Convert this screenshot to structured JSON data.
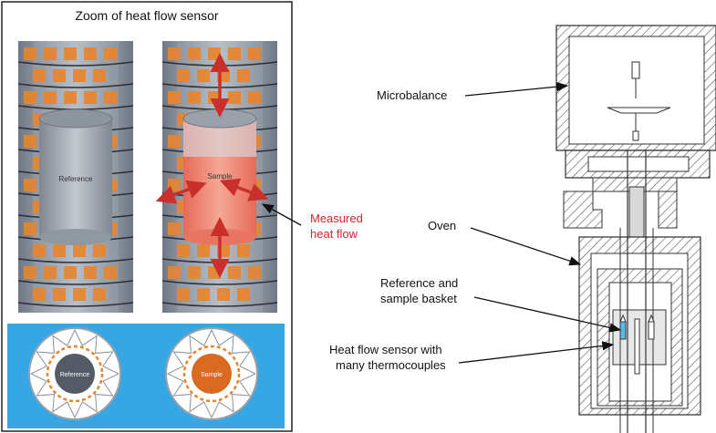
{
  "zoom_panel": {
    "title": "Zoom of heat flow sensor",
    "left_crucible_label": "Reference",
    "right_crucible_label": "Sample",
    "bottom_left_label": "Reference",
    "bottom_right_label": "Sample",
    "measured_label_line1": "Measured",
    "measured_label_line2": "heat flow"
  },
  "apparatus": {
    "microbalance_label": "Microbalance",
    "oven_label": "Oven",
    "basket_label_line1": "Reference and",
    "basket_label_line2": "sample basket",
    "sensor_label_line1": "Heat flow sensor with",
    "sensor_label_line2": "many thermocouples"
  },
  "colors": {
    "sensor_orange": "#e8842c",
    "tube_gray": "#8f99a6",
    "reference_gray": "#a4a9b0",
    "sample_red": "#ee7f6e",
    "arrow_red": "#c9302c",
    "measured_text": "#d9232d",
    "bottom_band_blue": "#37a7e3",
    "hatch": "#555555",
    "crucible_blue": "#5bb8e8"
  },
  "icons": {
    "heat_arrow": "double-headed-arrow-icon"
  }
}
